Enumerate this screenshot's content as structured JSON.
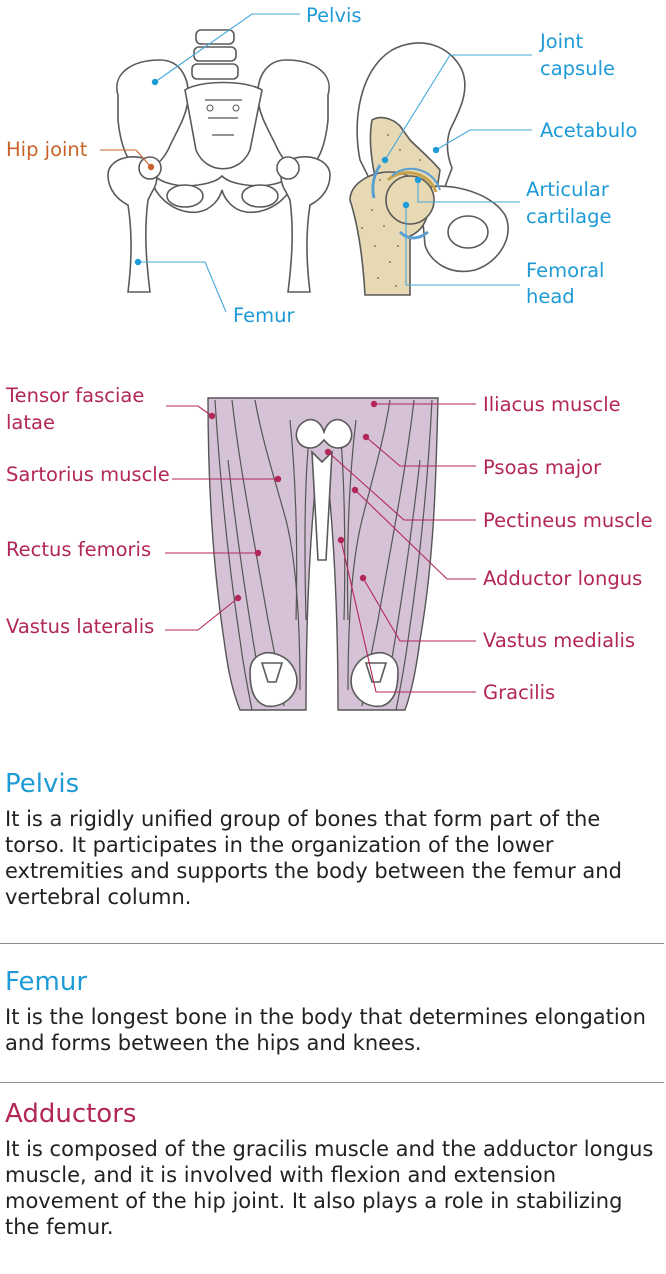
{
  "diagram_top": {
    "labels": {
      "pelvis": "Pelvis",
      "hip_joint": "Hip joint",
      "femur": "Femur",
      "joint_capsule_1": "Joint",
      "joint_capsule_2": "capsule",
      "acetabulo": "Acetabulo",
      "articular_1": "Articular",
      "articular_2": "cartilage",
      "femoral_1": "Femoral",
      "femoral_2": "head"
    }
  },
  "diagram_muscles": {
    "labels": {
      "tensor_1": "Tensor fasciae",
      "tensor_2": "latae",
      "sartorius": "Sartorius muscle",
      "rectus": "Rectus femoris",
      "vastus_lateralis": "Vastus lateralis",
      "iliacus": "Iliacus muscle",
      "psoas": "Psoas major",
      "pectineus": "Pectineus muscle",
      "adductor_longus": "Adductor longus",
      "vastus_medialis": "Vastus medialis",
      "gracilis": "Gracilis"
    }
  },
  "sections": [
    {
      "title": "Pelvis",
      "body": "It is a rigidly unified group of bones that form part of the torso. It participates in the organization of the lower extremities and supports the body between the femur and vertebral column."
    },
    {
      "title": "Femur",
      "body": "It is the longest bone in the body that determines elongation and forms between the hips and knees."
    },
    {
      "title": "Adductors",
      "body": "It is composed of the gracilis muscle and the adductor longus muscle, and it is involved with flexion and extension movement of the hip joint. It also plays a role in stabilizing the femur."
    }
  ],
  "colors": {
    "bone_label": "#1e9bd6",
    "joint_label": "#c8642a",
    "muscle_label": "#b3265a",
    "muscle_fill": "#d5c2d7",
    "bone_marrow": "#e7d9b4"
  }
}
